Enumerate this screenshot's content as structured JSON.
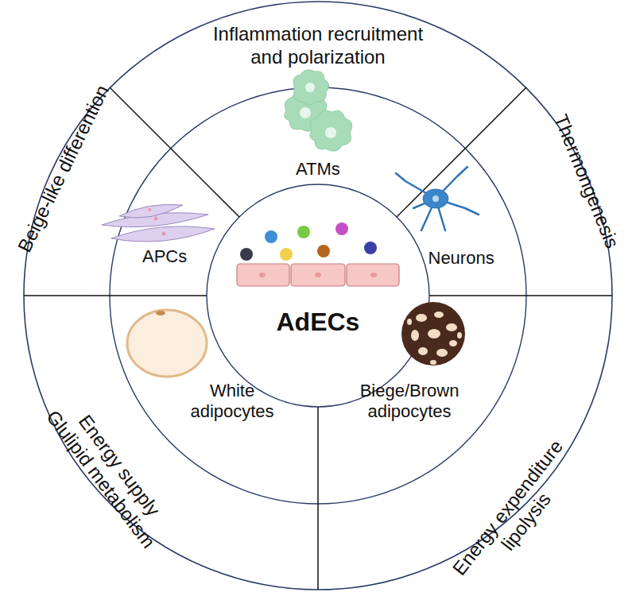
{
  "diagram": {
    "nodes": [
      {
        "text": [
          "AdECs"
        ]
      },
      {
        "text": [
          "ATMs"
        ]
      },
      {
        "text": [
          "Neurons"
        ]
      },
      {
        "text": [
          "Biege/Brown adipocytes"
        ]
      },
      {
        "text": [
          "White adipocytes"
        ]
      },
      {
        "text": [
          "APCs"
        ]
      },
      {
        "text": [
          "Inflammation recruitment and polarization"
        ]
      },
      {
        "text": [
          "Thermongenesis"
        ]
      },
      {
        "text": [
          "Energy expenditure lipolysis"
        ]
      },
      {
        "text": [
          "Energy supply Glulipid metabolism"
        ]
      },
      {
        "text": [
          "Beige-like differention"
        ]
      }
    ]
  }
}
